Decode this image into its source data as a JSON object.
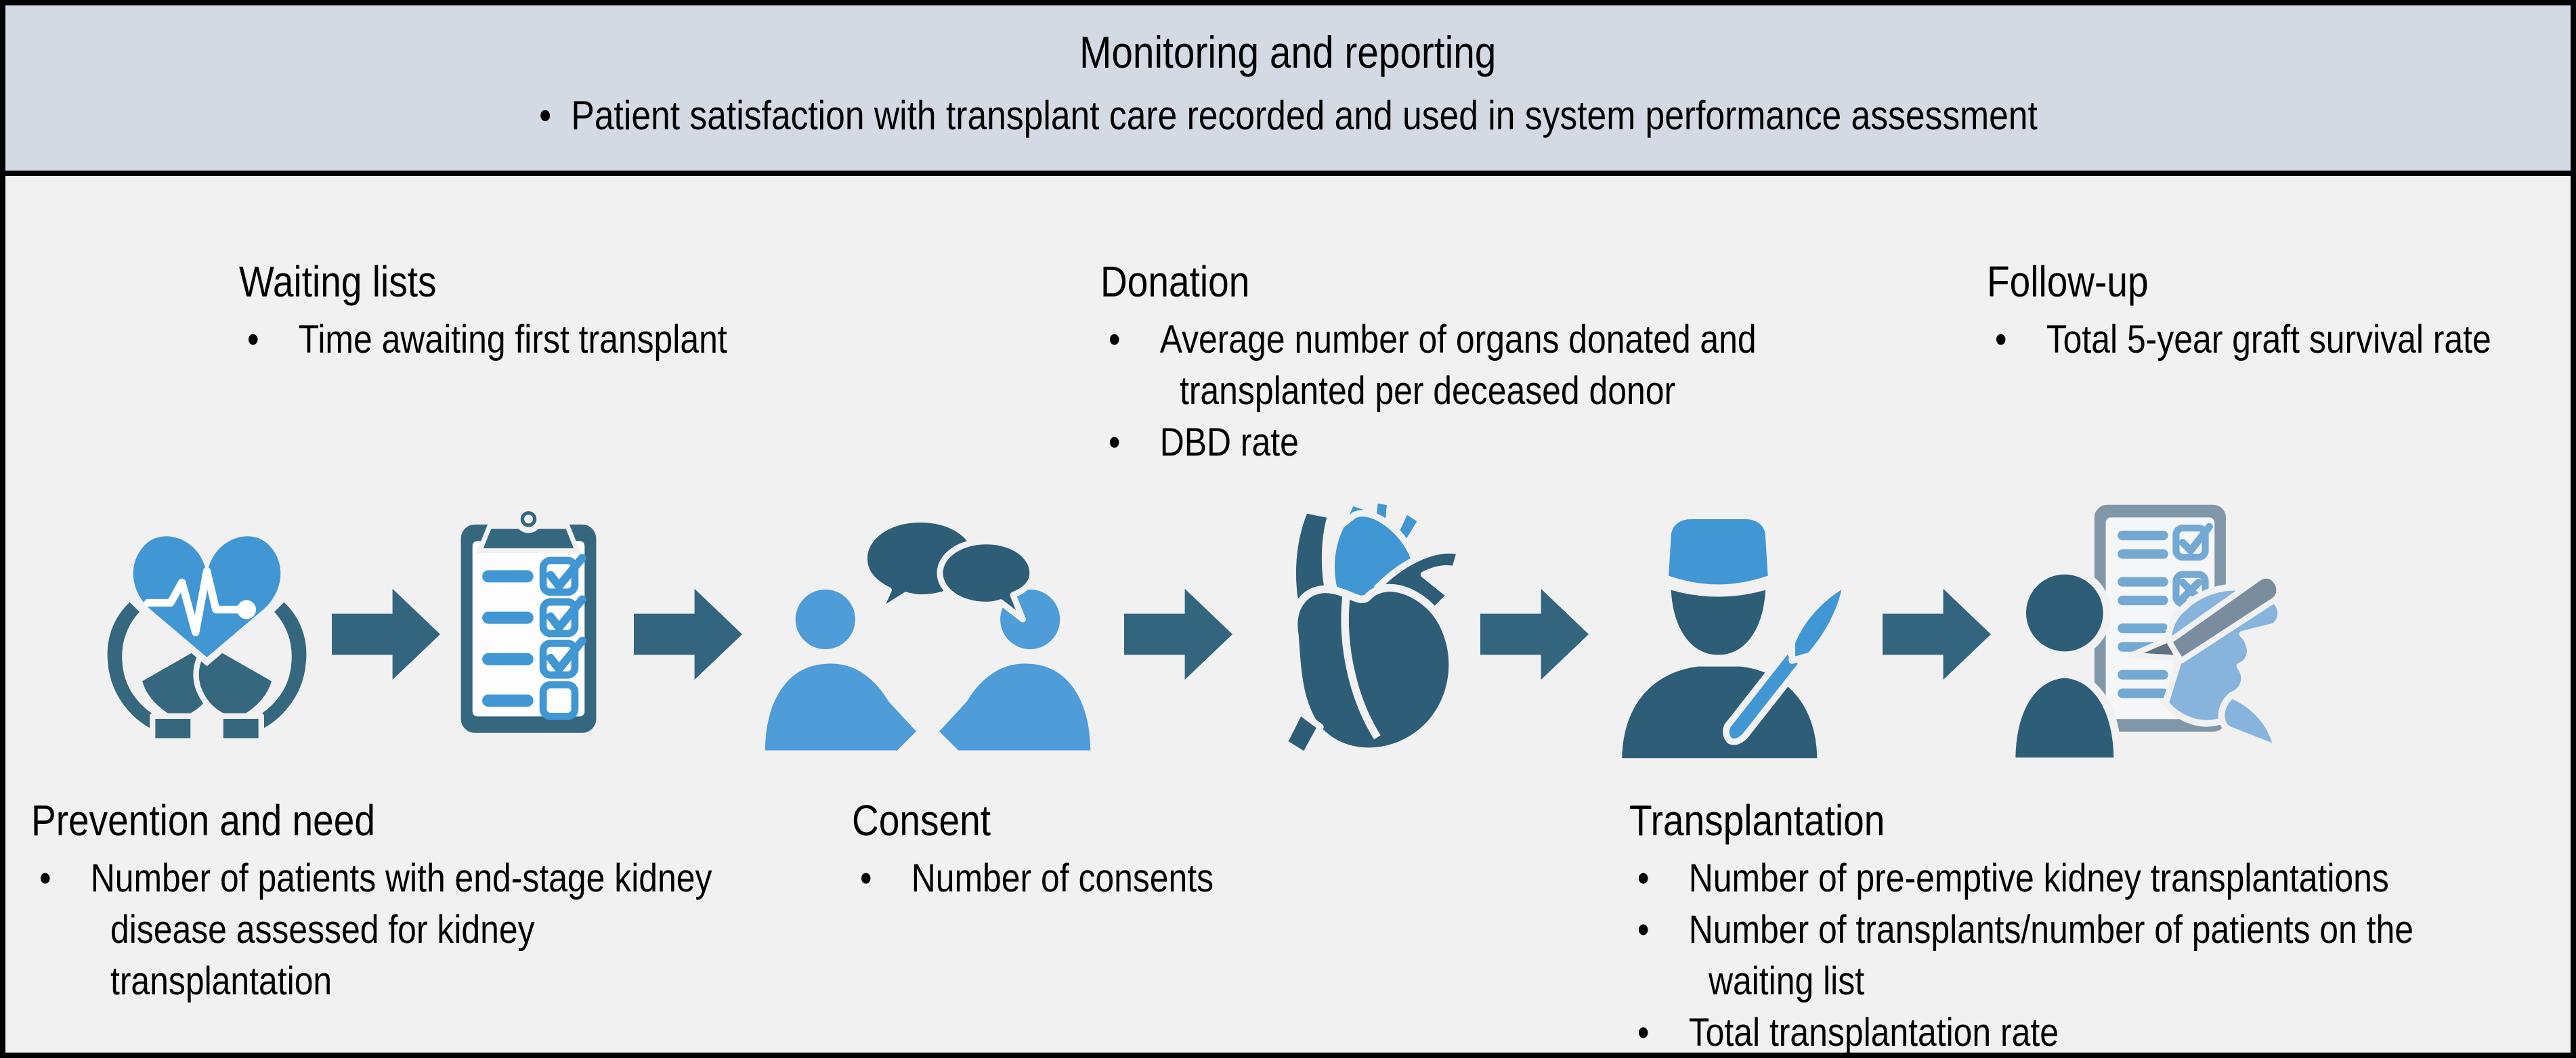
{
  "banner": {
    "title": "Monitoring and reporting",
    "bullets": [
      "Patient satisfaction with transplant care recorded and used in system performance assessment"
    ]
  },
  "stages": [
    {
      "id": "prevention-and-need",
      "title": "Prevention and need",
      "bullets": [
        "Number of patients with end-stage kidney disease assessed for kidney transplantation"
      ],
      "icon": "hands-holding-heart-icon",
      "label_position": "bottom"
    },
    {
      "id": "waiting-lists",
      "title": "Waiting lists",
      "bullets": [
        "Time awaiting first transplant"
      ],
      "icon": "checklist-clipboard-icon",
      "label_position": "top"
    },
    {
      "id": "consent",
      "title": "Consent",
      "bullets": [
        "Number of consents"
      ],
      "icon": "conversation-people-icon",
      "label_position": "bottom"
    },
    {
      "id": "donation",
      "title": "Donation",
      "bullets": [
        "Average number of organs donated and transplanted per deceased donor",
        "DBD rate"
      ],
      "icon": "heart-organ-icon",
      "label_position": "top"
    },
    {
      "id": "transplantation",
      "title": "Transplantation",
      "bullets": [
        "Number of pre-emptive kidney transplantations",
        "Number of transplants/number of patients on the waiting list",
        "Total transplantation rate"
      ],
      "icon": "surgeon-scalpel-icon",
      "label_position": "bottom"
    },
    {
      "id": "follow-up",
      "title": "Follow-up",
      "bullets": [
        "Total 5-year graft survival rate"
      ],
      "icon": "patient-survey-icon",
      "label_position": "top"
    }
  ],
  "colors": {
    "banner_background": "#D4DAE4",
    "canvas_background": "#F1F1F2",
    "border_black": "#000000",
    "icon_light_blue": "#4197D4",
    "icon_people_blue": "#4E9CD8",
    "icon_dark_blue": "#2E5D78",
    "icon_hands_blue": "#35677F",
    "arrow_blue": "#34657F",
    "survey_frame_gray": "#8096A9",
    "survey_paper": "#F4F6F8",
    "survey_line_blue": "#74A9D4",
    "hand_pale_blue": "#86B4DD",
    "pen_gray": "#7A8D9E",
    "text_black": "#000000"
  }
}
